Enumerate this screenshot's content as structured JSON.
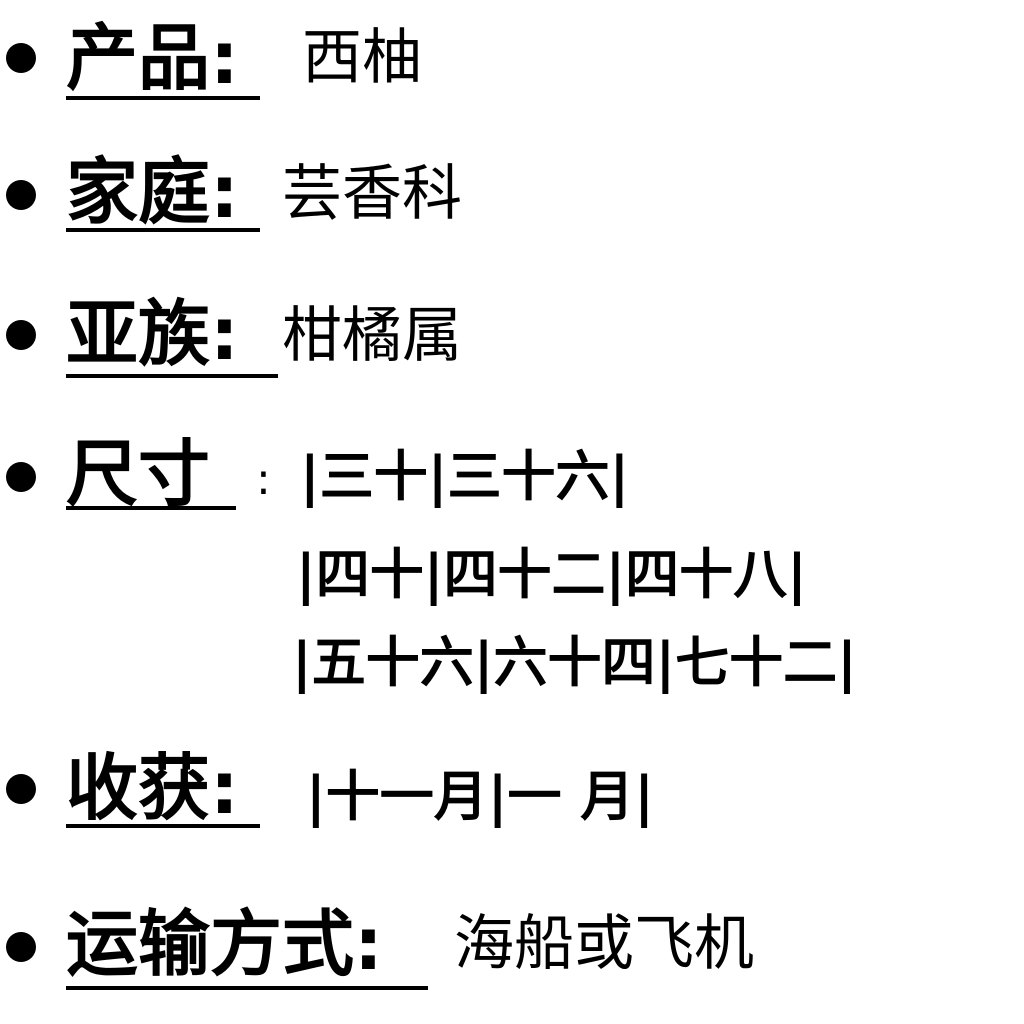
{
  "items": [
    {
      "label": "产品:",
      "value": "西柚"
    },
    {
      "label": "家庭:",
      "value": "芸香科"
    },
    {
      "label": "亚族:",
      "value": "柑橘属"
    },
    {
      "label": "尺寸",
      "separator": ":",
      "values": [
        "|三十|三十六|",
        "|四十|四十二|四十八|",
        "|五十六|六十四|七十二|"
      ]
    },
    {
      "label": "收获:",
      "value": "|十一月|一 月|"
    },
    {
      "label": "运输方式:",
      "value": "海船或飞机"
    }
  ]
}
